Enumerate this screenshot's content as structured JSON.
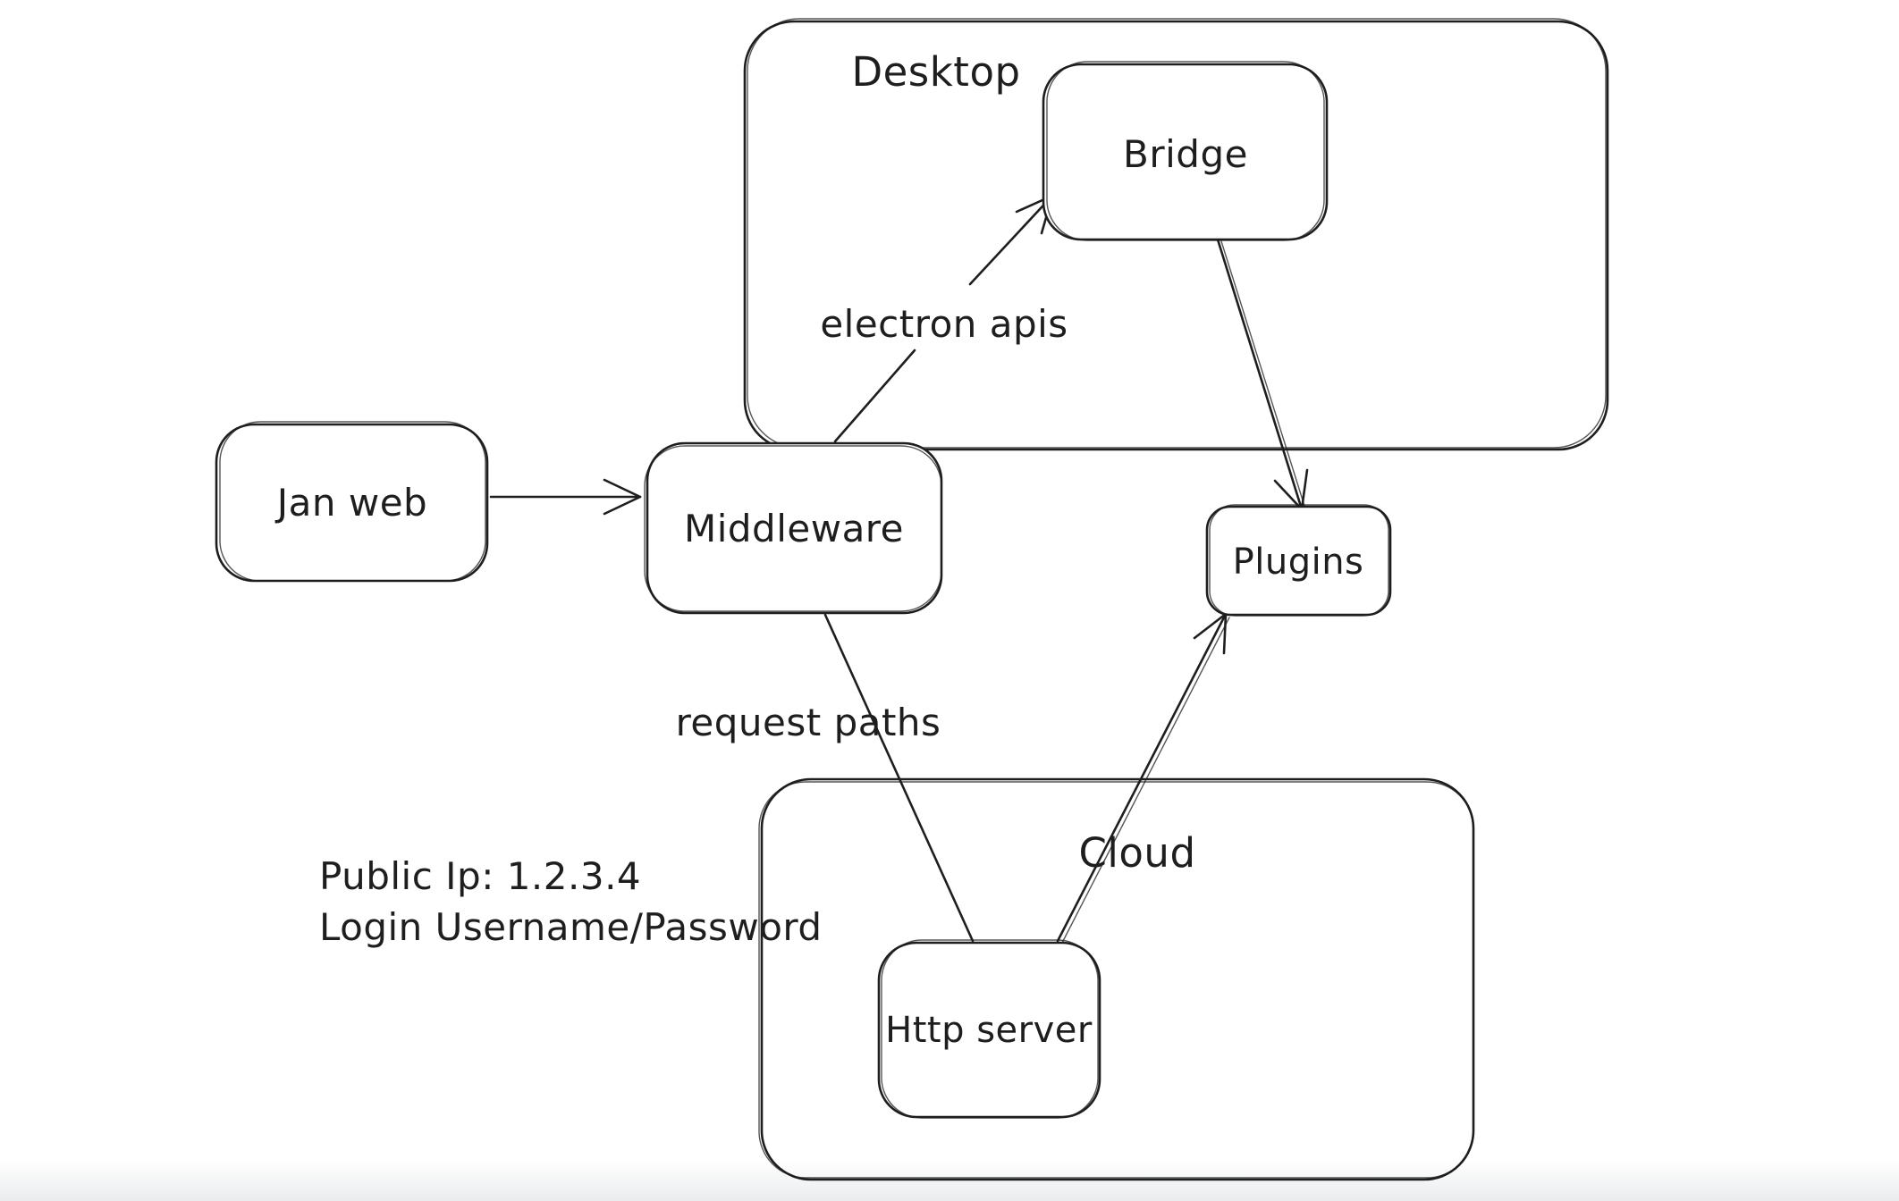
{
  "canvas": {
    "background": "#ffffff",
    "stroke_color": "#1e1e1e",
    "bottom_fade_color": "#edeff0"
  },
  "diagram": {
    "containers": [
      {
        "id": "desktop",
        "label": "Desktop"
      },
      {
        "id": "cloud",
        "label": "Cloud"
      }
    ],
    "nodes": [
      {
        "id": "jan-web",
        "label": "Jan web"
      },
      {
        "id": "middleware",
        "label": "Middleware"
      },
      {
        "id": "bridge",
        "label": "Bridge"
      },
      {
        "id": "plugins",
        "label": "Plugins"
      },
      {
        "id": "http-server",
        "label": "Http server"
      }
    ],
    "edges": [
      {
        "id": "jan-web-to-middleware",
        "from": "Jan web",
        "to": "Middleware",
        "label": ""
      },
      {
        "id": "middleware-to-bridge",
        "from": "Middleware",
        "to": "Bridge",
        "label": "electron apis"
      },
      {
        "id": "bridge-to-plugins",
        "from": "Bridge",
        "to": "Plugins",
        "label": ""
      },
      {
        "id": "middleware-to-http-server",
        "from": "Middleware",
        "to": "Http server",
        "label": "request paths"
      },
      {
        "id": "http-server-to-plugins",
        "from": "Http server",
        "to": "Plugins",
        "label": ""
      }
    ],
    "notes": [
      {
        "id": "public-ip",
        "text": "Public Ip: 1.2.3.4"
      },
      {
        "id": "login",
        "text": "Login Username/Password"
      }
    ]
  }
}
